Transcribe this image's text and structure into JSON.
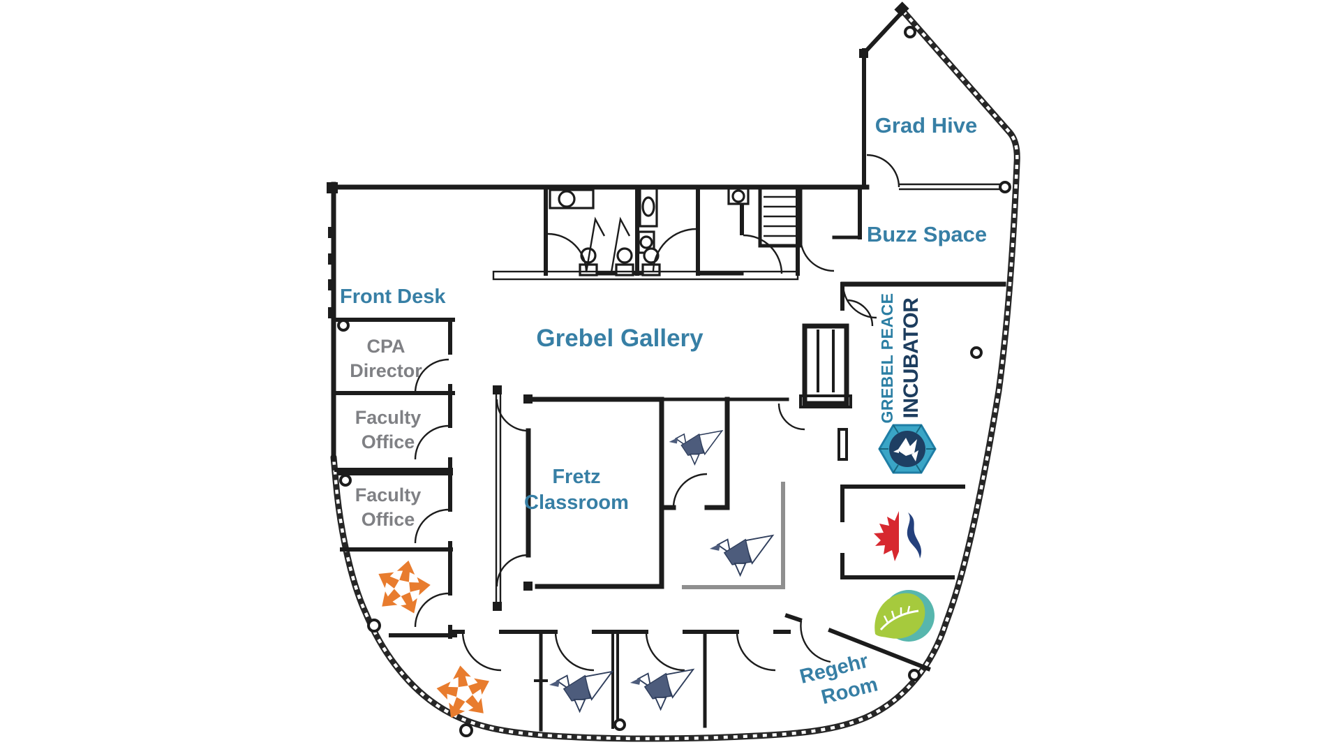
{
  "rooms": {
    "grad_hive": {
      "label": "Grad Hive"
    },
    "buzz_space": {
      "label": "Buzz Space"
    },
    "front_desk": {
      "label": "Front Desk"
    },
    "cpa_director": {
      "line1": "CPA",
      "line2": "Director"
    },
    "faculty_office_1": {
      "line1": "Faculty",
      "line2": "Office"
    },
    "faculty_office_2": {
      "line1": "Faculty",
      "line2": "Office"
    },
    "grebel_gallery": {
      "label": "Grebel Gallery"
    },
    "fretz_classroom": {
      "line1": "Fretz",
      "line2": "Classroom"
    },
    "regehr_room": {
      "line1": "Regehr",
      "line2": "Room"
    }
  },
  "incubator": {
    "line1": "GREBEL PEACE",
    "line2": "INCUBATOR"
  },
  "colors": {
    "label_teal": "#377fa5",
    "label_grey": "#7f8084",
    "incubator_teal": "#2a7ea3",
    "incubator_navy": "#1d3d5e",
    "crane_navy": "#4d5c7c",
    "arrows_orange": "#e87c2e",
    "maple_red": "#d7282f",
    "maple_swoosh_navy": "#24407c",
    "leaf_green": "#a6ca3d",
    "leaf_teal": "#57b6ad",
    "hexagon_teal": "#3aa5c6",
    "hexagon_navy": "#1e3f63",
    "wall": "#1c1c1c",
    "partition_grey": "#8f8f8f"
  },
  "icons": {
    "origami_crane": {
      "name": "origami-crane-icon",
      "count": 4
    },
    "outward_arrows": {
      "name": "outward-arrows-icon",
      "count": 2
    },
    "maple_swoosh": {
      "name": "maple-leaf-swoosh-icon",
      "count": 1
    },
    "leaf_circle": {
      "name": "leaf-circle-icon",
      "count": 1
    },
    "incubator_hexagon": {
      "name": "peace-incubator-hexagon-icon",
      "count": 1
    }
  }
}
